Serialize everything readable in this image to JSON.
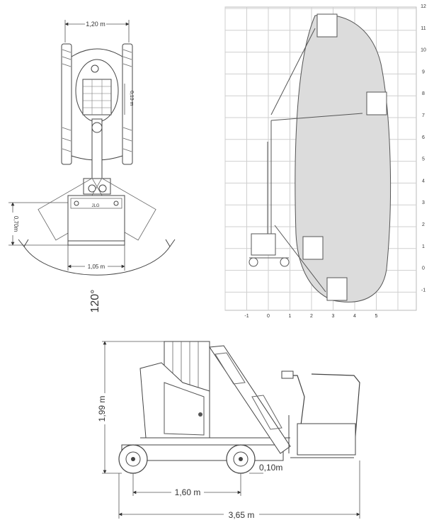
{
  "top_view": {
    "width_label": "1,20 m",
    "offset_label": "0,13 m",
    "platform_depth_label": "0,70m",
    "platform_width_label": "1,05 m",
    "rotation_label": "120°",
    "logo_text": "JLG"
  },
  "reach_chart": {
    "x_ticks": [
      "-1",
      "0",
      "1",
      "2",
      "3",
      "4",
      "5"
    ],
    "y_ticks": [
      "12",
      "11",
      "10",
      "9",
      "8",
      "7",
      "6",
      "5",
      "4",
      "3",
      "2",
      "1",
      "0",
      "-1"
    ]
  },
  "side_view": {
    "height_label": "1,99 m",
    "ground_clearance_label": "0,10m",
    "wheelbase_label": "1,60 m",
    "length_label": "3,65 m"
  },
  "colors": {
    "envelope_fill": "#dcdcdc",
    "grid": "#cfcfcf",
    "line": "#444444"
  }
}
